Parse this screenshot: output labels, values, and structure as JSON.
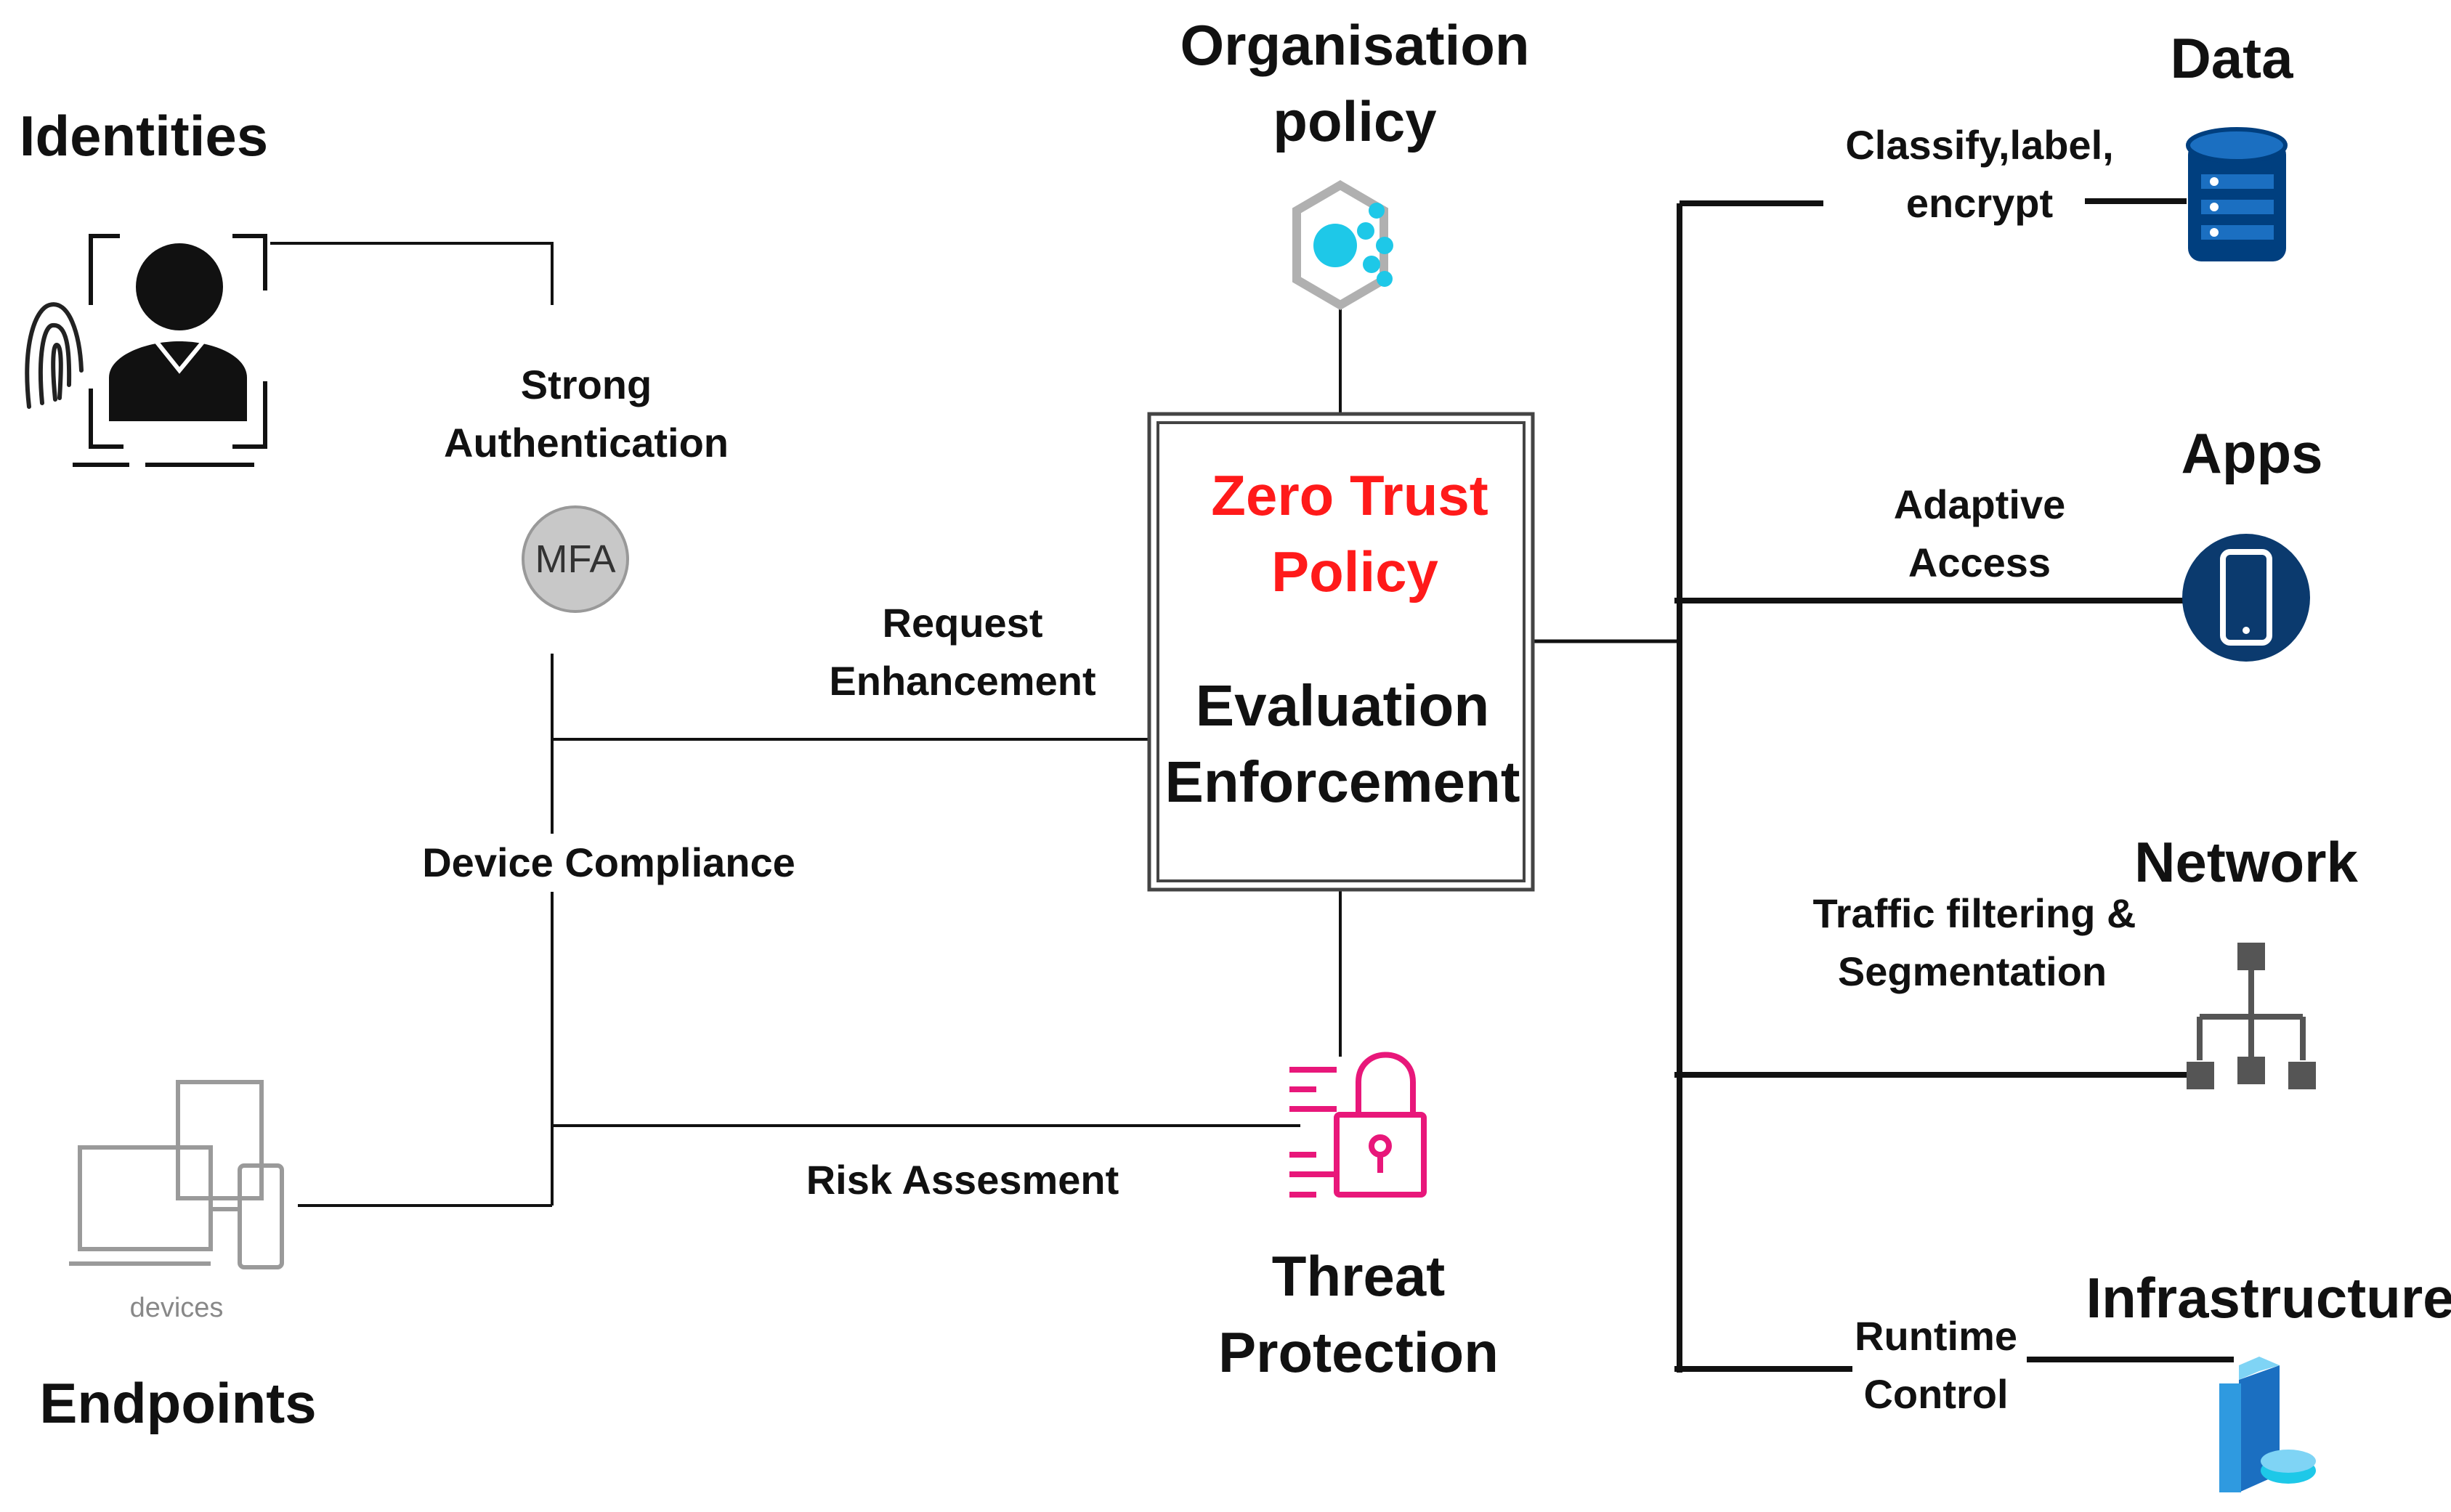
{
  "nodes": {
    "identities": "Identities",
    "endpoints": "Endpoints",
    "organisation_policy": [
      "Organisation",
      "policy"
    ],
    "threat_protection": [
      "Threat",
      "Protection"
    ],
    "data": "Data",
    "apps": "Apps",
    "network": "Network",
    "infrastructure": "Infrastructure"
  },
  "center": {
    "title": [
      "Zero Trust",
      "Policy"
    ],
    "subtitle": [
      "Evaluation",
      "Enforcement"
    ],
    "title_color": "#ff1a1a"
  },
  "edges": {
    "strong_auth": [
      "Strong",
      "Authentication"
    ],
    "mfa": "MFA",
    "request_enhancement": [
      "Request",
      "Enhancement"
    ],
    "device_compliance": "Device Compliance",
    "risk_assessment": "Risk Assesment",
    "classify": [
      "Classify,label,",
      "encrypt"
    ],
    "adaptive_access": [
      "Adaptive",
      "Access"
    ],
    "traffic_filtering": [
      "Traffic filtering &",
      "Segmentation"
    ],
    "runtime_control": [
      "Runtime",
      "Control"
    ]
  },
  "icon_captions": {
    "devices": "devices"
  },
  "icons": [
    "fingerprint-icon",
    "user-icon",
    "devices-icon",
    "policy-hexagon-icon",
    "lock-icon",
    "database-icon",
    "mobile-app-icon",
    "network-tree-icon",
    "server-icon"
  ],
  "colors": {
    "accent_red": "#ff1a1a",
    "pink": "#e8177a",
    "blue_dark": "#003f7f",
    "azure": "#1ec8e8"
  }
}
